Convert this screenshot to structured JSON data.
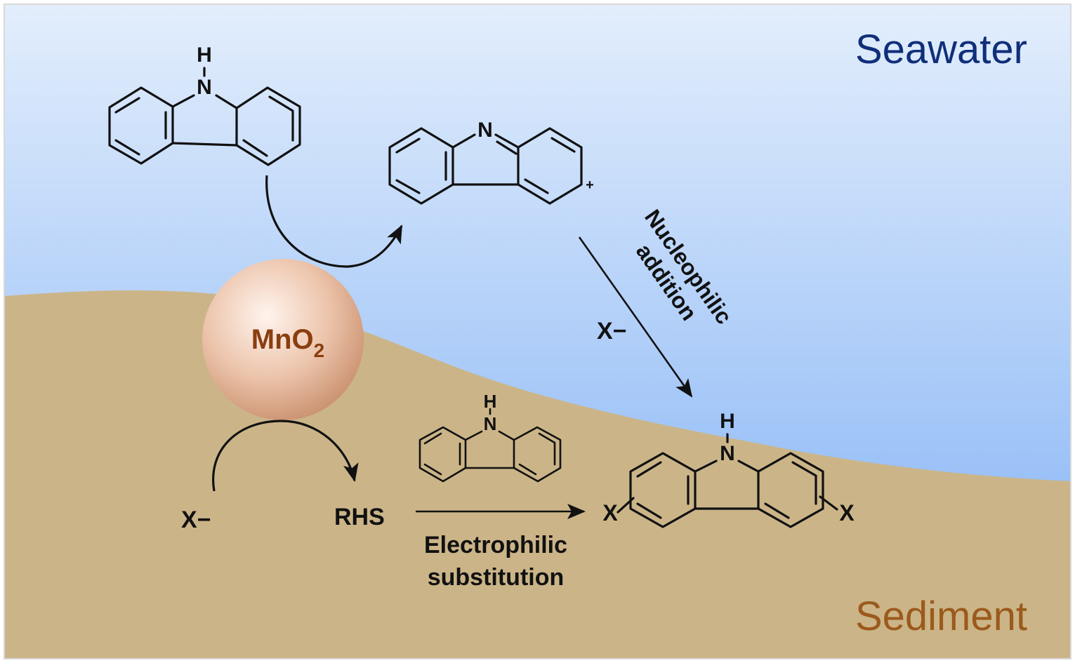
{
  "regions": {
    "seawater": "Seawater",
    "sediment": "Sediment"
  },
  "catalyst": {
    "label_main": "MnO",
    "label_sub": "2"
  },
  "atoms": {
    "n": "N",
    "h": "H"
  },
  "charge": "+",
  "labels": {
    "halide_nucleophilic": "X−",
    "nucleophilic_line1": "Nucleophilic",
    "nucleophilic_line2": "addition",
    "halide_sediment": "X−",
    "rhs": "RHS",
    "electrophilic_line1": "Electrophilic",
    "electrophilic_line2": "substitution",
    "product_x_left": "X",
    "product_x_right": "X"
  },
  "colors": {
    "seawater_top": "#e3eefc",
    "seawater_bottom": "#7fb0f5",
    "sediment": "#cbb588",
    "seawater_text": "#102f7a",
    "sediment_text": "#9b5a1c",
    "catalyst_text": "#8a3e10",
    "catalyst_highlight": "#fff4ee",
    "catalyst_shade": "#c98f6d"
  }
}
